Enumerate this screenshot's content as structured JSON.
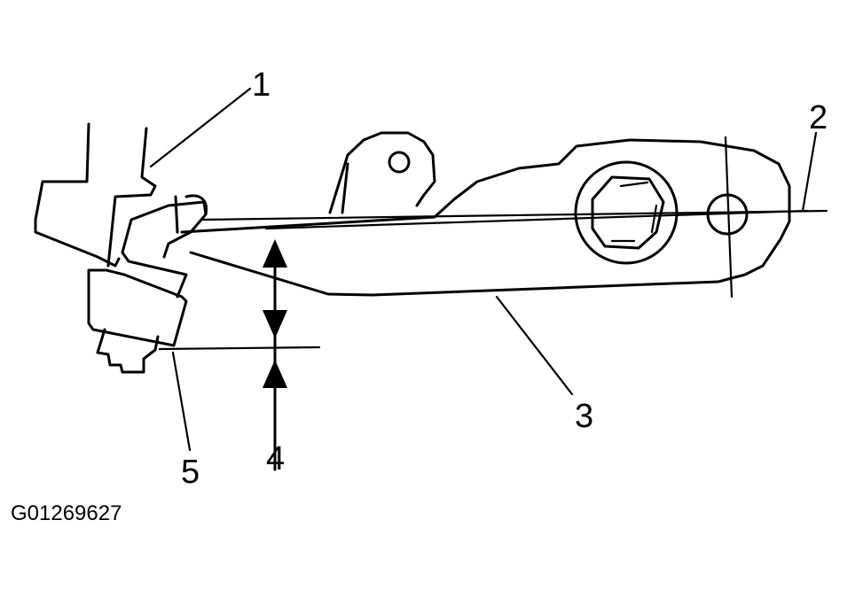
{
  "figure": {
    "id": "G01269627",
    "callouts": [
      {
        "number": "1"
      },
      {
        "number": "2"
      },
      {
        "number": "3"
      },
      {
        "number": "4"
      },
      {
        "number": "5"
      }
    ]
  }
}
